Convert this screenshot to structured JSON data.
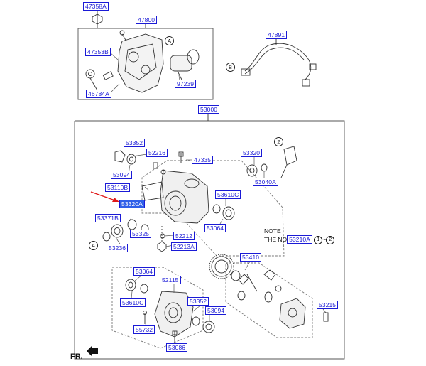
{
  "labels": {
    "p47358A": "47358A",
    "p47800": "47800",
    "p47353B": "47353B",
    "p46784A": "46784A",
    "p97239": "97239",
    "p47891": "47891",
    "p53000": "53000",
    "p53352a": "53352",
    "p52216": "52216",
    "p47335": "47335",
    "p53320": "53320",
    "p53094a": "53094",
    "p53040A": "53040A",
    "p53110B": "53110B",
    "p53610Ca": "53610C",
    "p53320A": "53320A",
    "p53371B": "53371B",
    "p53064a": "53064",
    "p53325": "53325",
    "p52212": "52212",
    "p52213A": "52213A",
    "p53236": "53236",
    "p53410": "53410",
    "p53064b": "53064",
    "p52115": "52115",
    "p53610Cb": "53610C",
    "p53352b": "53352",
    "p53094b": "53094",
    "p53215": "53215",
    "p55732": "55732",
    "p53086": "53086"
  },
  "note": {
    "title": "NOTE",
    "line_prefix": "THE NO",
    "ref": "53210A",
    "range_from": "1",
    "range_sep": "~",
    "range_to": "2"
  },
  "callouts": {
    "a1": "A",
    "a2": "A",
    "b1": "B",
    "b2": "B",
    "two": "2"
  },
  "direction_label": "FR.",
  "colors": {
    "label_border": "#1a1ad6",
    "label_selected_bg": "#2f5fe8",
    "pointer": "#e01818"
  }
}
